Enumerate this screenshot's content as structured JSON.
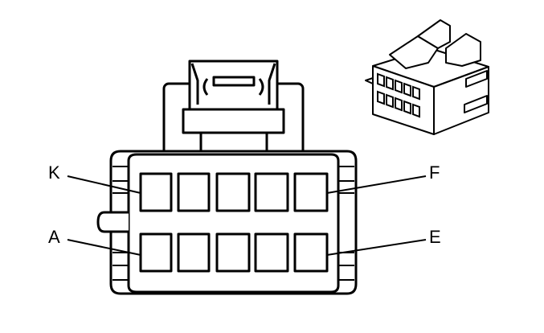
{
  "diagram": {
    "type": "connector-face-view",
    "pin_rows": 2,
    "pins_per_row": 5,
    "labels": {
      "top_left": "K",
      "top_right": "F",
      "bottom_left": "A",
      "bottom_right": "E"
    },
    "line_color": "#000000",
    "background": "#ffffff"
  }
}
